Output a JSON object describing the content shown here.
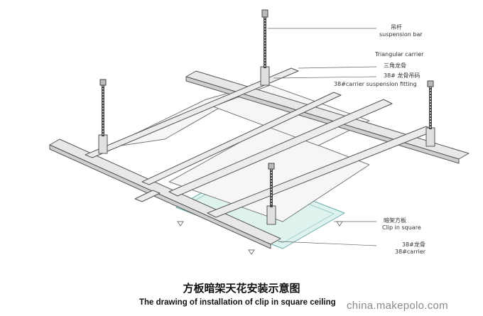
{
  "labels": {
    "suspension_bar_cn": "吊杆",
    "suspension_bar_en": "suspension bar",
    "triangular_carrier_en": "Triangular carrier",
    "triangular_carrier_cn": "三角龙骨",
    "carrier_fitting_cn": "38# 龙骨吊码",
    "carrier_fitting_en": "38#carrier suspension fitting",
    "clip_in_square_cn": "暗架方板",
    "clip_in_square_en": "Clip in square",
    "carrier38_cn": "38#龙骨",
    "carrier38_en": "38#carrier"
  },
  "title": {
    "cn": "方板暗架天花安装示意图",
    "en": "The drawing of installation of clip in square ceiling"
  },
  "watermark": "china.makepolo.com",
  "colors": {
    "line": "#555555",
    "fill_light": "#f2f2f2",
    "glass": "#dff3ee"
  }
}
